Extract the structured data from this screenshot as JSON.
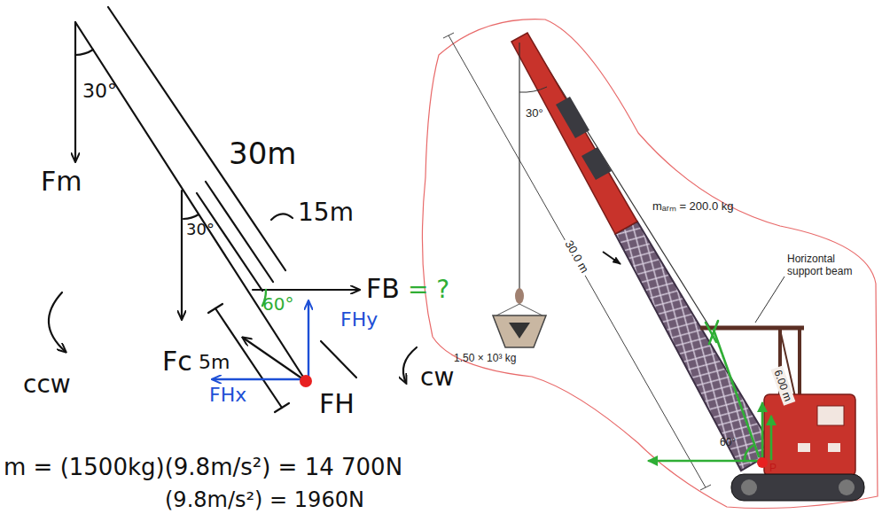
{
  "diagram": {
    "labels": [
      "30°",
      "Fm",
      "30m",
      "15m",
      "30°",
      "60°",
      "FB",
      "= ?",
      "FHy",
      "Fc",
      "5m",
      "FHx",
      "FH",
      "ccw",
      "cw",
      "m = (1500kg)(9.8m/s²) = 14 700N",
      "(9.8m/s²) = 1960N",
      "30°",
      "mₐᵣₘ = 200.0 kg",
      "Horizontal support beam",
      "30.0 m",
      "1.50 × 10³ kg",
      "6.00 m",
      "60°",
      "P"
    ]
  }
}
